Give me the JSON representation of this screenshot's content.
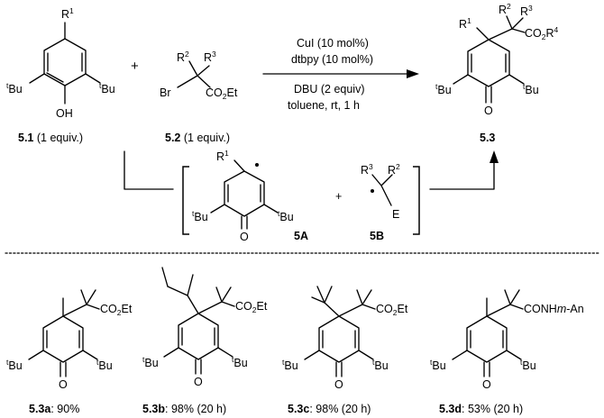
{
  "reactants": {
    "phenol": {
      "id": "5.1",
      "note": " (1 equiv.)",
      "r1": "R",
      "r1_sup": "1",
      "tbu_left": "Bu",
      "tbu_right": "Bu",
      "tbu_sup": "t",
      "oh": "OH"
    },
    "plus": "+",
    "bromide": {
      "id": "5.2",
      "note": " (1 equiv.)",
      "br": "Br",
      "r2": "R",
      "r2_sup": "2",
      "r3": "R",
      "r3_sup": "3",
      "ester": "CO",
      "ester_sub": "2",
      "ester_tail": "Et"
    }
  },
  "conditions": {
    "above": [
      "CuI (10 mol%)",
      "dtbpy (10 mol%)"
    ],
    "below": [
      "DBU (2 equiv)",
      "toluene, rt, 1 h"
    ]
  },
  "product": {
    "id": "5.3",
    "r1": "R",
    "r1_sup": "1",
    "r2": "R",
    "r2_sup": "2",
    "r3": "R",
    "r3_sup": "3",
    "ester": "CO",
    "ester_sub": "2",
    "ester_tail": "R",
    "ester_sup": "4",
    "tbu": "Bu",
    "tbu_sup": "t",
    "o": "O"
  },
  "intermediates": {
    "radical_a": {
      "id": "5A",
      "r1": "R",
      "r1_sup": "1",
      "tbu": "Bu",
      "tbu_sup": "t",
      "o": "O"
    },
    "plus": "+",
    "radical_b": {
      "id": "5B",
      "r2": "R",
      "r2_sup": "2",
      "r3": "R",
      "r3_sup": "3",
      "e": "E"
    }
  },
  "examples": [
    {
      "id": "5.3a",
      "result": ": 90%",
      "ester": "CO",
      "ester_sub": "2",
      "ester_tail": "Et"
    },
    {
      "id": "5.3b",
      "result": ": 98% (20 h)",
      "ester": "CO",
      "ester_sub": "2",
      "ester_tail": "Et"
    },
    {
      "id": "5.3c",
      "result": ": 98% (20 h)",
      "ester": "CO",
      "ester_sub": "2",
      "ester_tail": "Et"
    },
    {
      "id": "5.3d",
      "result": ": 53% (20 h)",
      "amide": "CONH",
      "amide_it": "m",
      "amide_tail": "-An"
    }
  ],
  "common": {
    "tbu": "Bu",
    "tbu_sup": "t",
    "o": "O"
  }
}
